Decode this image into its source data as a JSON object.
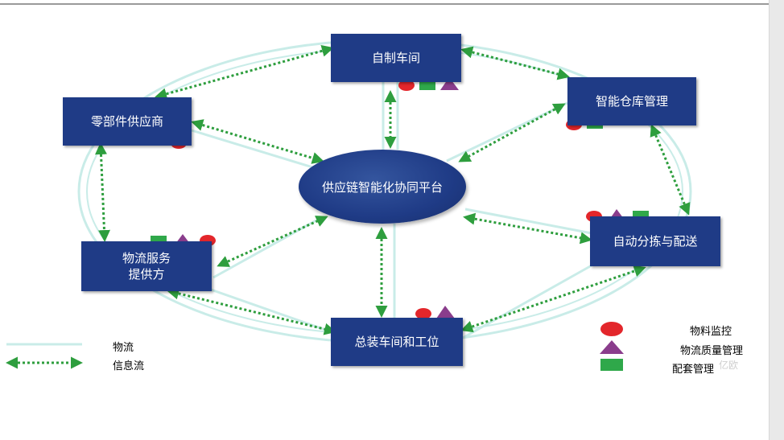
{
  "platform": {
    "label": "供应链智能化协同平台"
  },
  "nodes": {
    "zizhi": "自制车间",
    "cangku": "智能仓库管理",
    "lingbujian": "零部件供应商",
    "fenjian": "自动分拣与配送",
    "wuliu": "物流服务\n提供方",
    "zongzhuang": "总装车间和工位"
  },
  "legend": {
    "physical_flow": "物流",
    "info_flow": "信息流",
    "material_monitor": "物料监控",
    "quality_mgmt": "物流质量管理",
    "kitting_mgmt": "配套管理"
  },
  "colors": {
    "box": "#1f3b86",
    "physical_line": "#c9ece8",
    "info_line": "#2e9e3e",
    "circle": "#e3262b",
    "triangle": "#8a3d8c",
    "square": "#2fa84a"
  },
  "watermark": "亿欧"
}
